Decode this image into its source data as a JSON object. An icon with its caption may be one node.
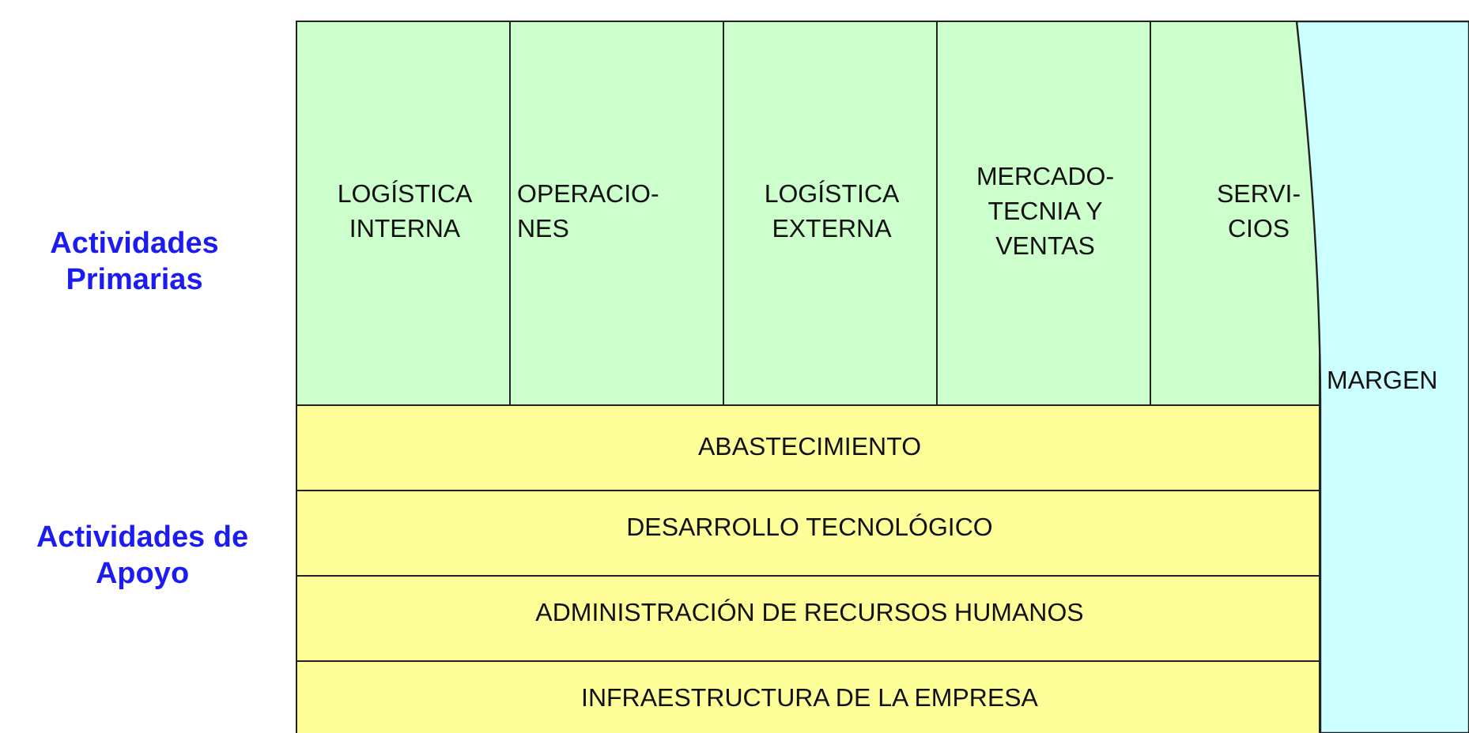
{
  "diagram": {
    "nodes": [
      {
        "text": [
          "LOGÍSTICA INTERNA"
        ]
      },
      {
        "text": [
          "OPERACIO- NES"
        ]
      },
      {
        "text": [
          "LOGÍSTICA EXTERNA"
        ]
      },
      {
        "text": [
          "MERCADO- TECNIA Y VENTAS"
        ]
      },
      {
        "text": [
          "SERVI- CIOS"
        ]
      },
      {
        "text": [
          "MARGEN"
        ]
      },
      {
        "text": [
          "ABASTECIMIENTO"
        ]
      },
      {
        "text": [
          "DESARROLLO TECNOLÓGICO"
        ]
      },
      {
        "text": [
          "ADMINISTRACIÓN DE RECURSOS HUMANOS"
        ]
      },
      {
        "text": [
          "INFRAESTRUCTURA DE LA EMPRESA"
        ]
      }
    ],
    "labels": [
      "Actividades Primarias",
      "Actividades de Apoyo"
    ]
  }
}
